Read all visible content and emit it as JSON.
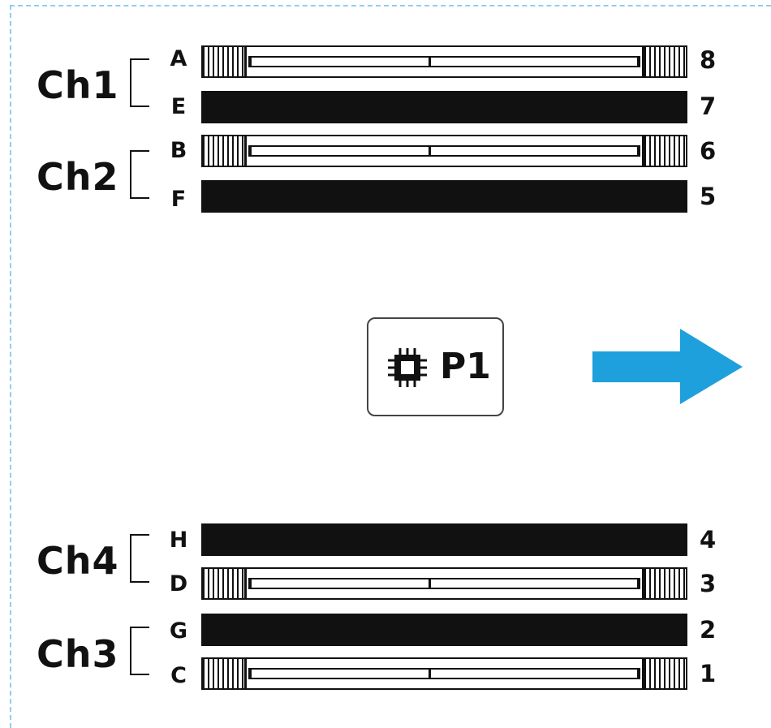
{
  "diagram": {
    "cpu": {
      "label": "P1",
      "icon": "cpu-chip-icon"
    },
    "arrow": {
      "icon": "arrow-right-icon",
      "color": "#1ea0dc"
    },
    "frame_color": "#8fd0ea",
    "channels": [
      {
        "name": "Ch1"
      },
      {
        "name": "Ch2"
      },
      {
        "name": "Ch4"
      },
      {
        "name": "Ch3"
      }
    ],
    "slots": [
      {
        "letter": "A",
        "number": "8",
        "state": "empty"
      },
      {
        "letter": "E",
        "number": "7",
        "state": "filled"
      },
      {
        "letter": "B",
        "number": "6",
        "state": "empty"
      },
      {
        "letter": "F",
        "number": "5",
        "state": "filled"
      },
      {
        "letter": "H",
        "number": "4",
        "state": "filled"
      },
      {
        "letter": "D",
        "number": "3",
        "state": "empty"
      },
      {
        "letter": "G",
        "number": "2",
        "state": "filled"
      },
      {
        "letter": "C",
        "number": "1",
        "state": "empty"
      }
    ]
  }
}
